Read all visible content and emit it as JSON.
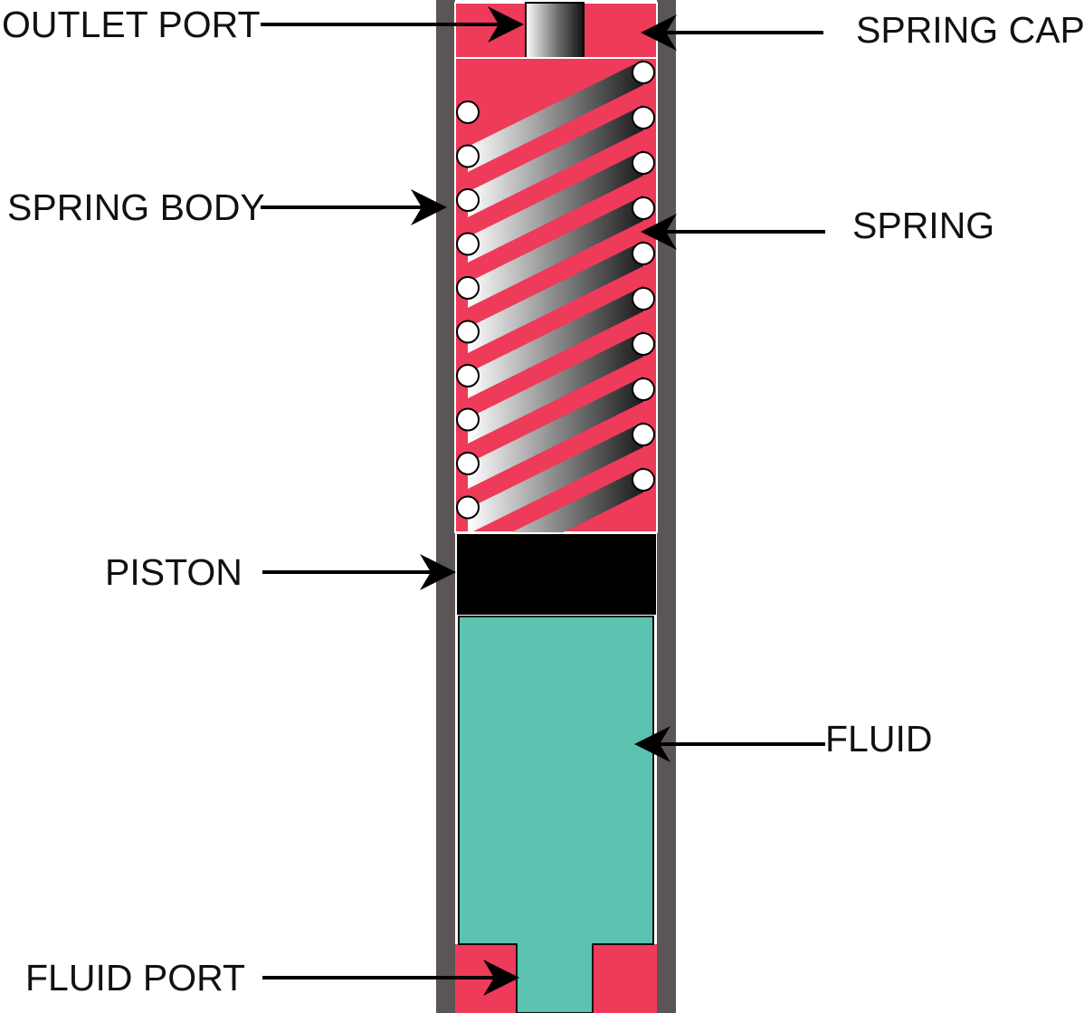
{
  "labels": {
    "outlet_port": "OUTLET PORT",
    "spring_cap": "SPRING CAP",
    "spring_body": "SPRING BODY",
    "spring": "SPRING",
    "piston": "PISTON",
    "fluid": "FLUID",
    "fluid_port": "FLUID PORT"
  },
  "colors": {
    "wall": "#5b5556",
    "cap": "#ee3b5a",
    "spring_chamber": "#ee3b5a",
    "piston": "#000000",
    "fluid": "#5bc3b0",
    "arrow": "#000000",
    "coil_section": "#ffffff"
  },
  "counts": {
    "coil_turns": 10
  }
}
